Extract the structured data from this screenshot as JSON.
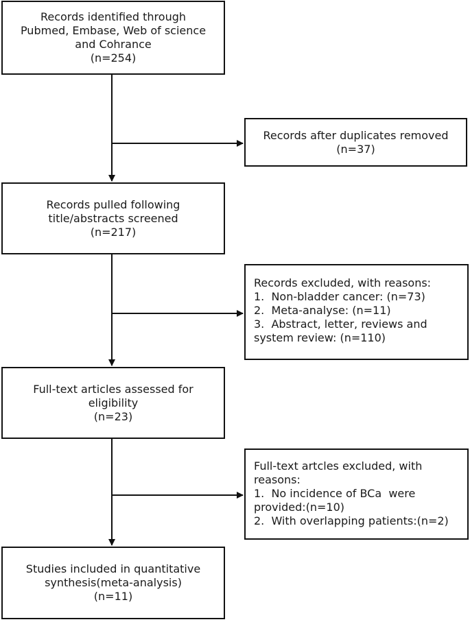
{
  "boxes": {
    "identified": {
      "lines": [
        "Records identified through",
        "Pubmed, Embase, Web of science",
        "and Cohrance",
        "(n=254)"
      ]
    },
    "duplicates": {
      "lines": [
        "Records after duplicates removed",
        "(n=37)"
      ]
    },
    "screened": {
      "lines": [
        "Records pulled following",
        "title/abstracts screened",
        "(n=217)"
      ]
    },
    "excluded_screen": {
      "lines": [
        "Records excluded, with reasons:",
        "1.  Non-bladder cancer: (n=73)",
        "2.  Meta-analyse: (n=11)",
        "3.  Abstract, letter, reviews and",
        "system review: (n=110)"
      ]
    },
    "fulltext": {
      "lines": [
        "Full-text articles assessed for",
        "eligibility",
        "(n=23)"
      ]
    },
    "excluded_fulltext": {
      "lines": [
        "Full-text artcles excluded, with",
        "reasons:",
        "1.  No incidence of BCa  were",
        "provided:(n=10)",
        "2.  With overlapping patients:(n=2)"
      ]
    },
    "included": {
      "lines": [
        "Studies included in quantitative",
        "synthesis(meta-analysis)",
        "(n=11)"
      ]
    }
  }
}
